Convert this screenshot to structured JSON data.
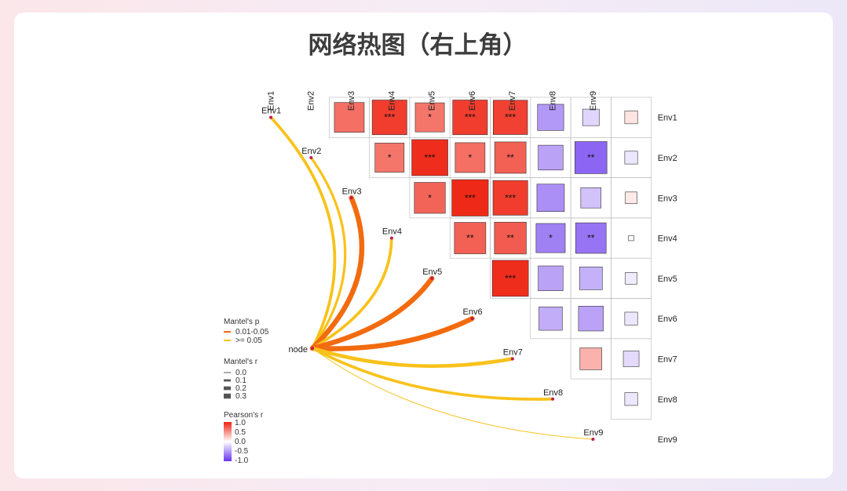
{
  "chart_data": {
    "type": "heatmap",
    "title": "网络热图（右上角）",
    "variables": [
      "Env1",
      "Env2",
      "Env3",
      "Env4",
      "Env5",
      "Env6",
      "Env7",
      "Env8",
      "Env9"
    ],
    "correlations": [
      {
        "row": "Env1",
        "col": "Env2",
        "r": 0.65,
        "sig": ""
      },
      {
        "row": "Env1",
        "col": "Env3",
        "r": 0.88,
        "sig": "***"
      },
      {
        "row": "Env1",
        "col": "Env4",
        "r": 0.62,
        "sig": "*"
      },
      {
        "row": "Env1",
        "col": "Env5",
        "r": 0.88,
        "sig": "***"
      },
      {
        "row": "Env1",
        "col": "Env6",
        "r": 0.86,
        "sig": "***"
      },
      {
        "row": "Env1",
        "col": "Env7",
        "r": -0.5,
        "sig": ""
      },
      {
        "row": "Env1",
        "col": "Env8",
        "r": -0.2,
        "sig": ""
      },
      {
        "row": "Env1",
        "col": "Env9",
        "r": 0.12,
        "sig": ""
      },
      {
        "row": "Env2",
        "col": "Env3",
        "r": 0.62,
        "sig": "*"
      },
      {
        "row": "Env2",
        "col": "Env4",
        "r": 0.95,
        "sig": "***"
      },
      {
        "row": "Env2",
        "col": "Env5",
        "r": 0.65,
        "sig": "*"
      },
      {
        "row": "Env2",
        "col": "Env6",
        "r": 0.72,
        "sig": "**"
      },
      {
        "row": "Env2",
        "col": "Env7",
        "r": -0.45,
        "sig": ""
      },
      {
        "row": "Env2",
        "col": "Env8",
        "r": -0.75,
        "sig": "**"
      },
      {
        "row": "Env2",
        "col": "Env9",
        "r": -0.12,
        "sig": ""
      },
      {
        "row": "Env3",
        "col": "Env4",
        "r": 0.7,
        "sig": "*"
      },
      {
        "row": "Env3",
        "col": "Env5",
        "r": 0.97,
        "sig": "***"
      },
      {
        "row": "Env3",
        "col": "Env6",
        "r": 0.88,
        "sig": "***"
      },
      {
        "row": "Env3",
        "col": "Env7",
        "r": -0.55,
        "sig": ""
      },
      {
        "row": "Env3",
        "col": "Env8",
        "r": -0.3,
        "sig": ""
      },
      {
        "row": "Env3",
        "col": "Env9",
        "r": 0.1,
        "sig": ""
      },
      {
        "row": "Env4",
        "col": "Env5",
        "r": 0.72,
        "sig": "**"
      },
      {
        "row": "Env4",
        "col": "Env6",
        "r": 0.74,
        "sig": "**"
      },
      {
        "row": "Env4",
        "col": "Env7",
        "r": -0.62,
        "sig": "*"
      },
      {
        "row": "Env4",
        "col": "Env8",
        "r": -0.68,
        "sig": "**"
      },
      {
        "row": "Env4",
        "col": "Env9",
        "r": 0.02,
        "sig": ""
      },
      {
        "row": "Env5",
        "col": "Env6",
        "r": 0.95,
        "sig": "***"
      },
      {
        "row": "Env5",
        "col": "Env7",
        "r": -0.45,
        "sig": ""
      },
      {
        "row": "Env5",
        "col": "Env8",
        "r": -0.38,
        "sig": ""
      },
      {
        "row": "Env5",
        "col": "Env9",
        "r": -0.1,
        "sig": ""
      },
      {
        "row": "Env6",
        "col": "Env7",
        "r": -0.4,
        "sig": ""
      },
      {
        "row": "Env6",
        "col": "Env8",
        "r": -0.45,
        "sig": ""
      },
      {
        "row": "Env6",
        "col": "Env9",
        "r": -0.12,
        "sig": ""
      },
      {
        "row": "Env7",
        "col": "Env8",
        "r": 0.35,
        "sig": ""
      },
      {
        "row": "Env7",
        "col": "Env9",
        "r": -0.18,
        "sig": ""
      },
      {
        "row": "Env8",
        "col": "Env9",
        "r": -0.12,
        "sig": ""
      }
    ],
    "mantel_links": [
      {
        "target": "Env1",
        "r": 0.15,
        "p": ">= 0.05"
      },
      {
        "target": "Env2",
        "r": 0.12,
        "p": ">= 0.05"
      },
      {
        "target": "Env3",
        "r": 0.3,
        "p": "0.01-0.05"
      },
      {
        "target": "Env4",
        "r": 0.15,
        "p": ">= 0.05"
      },
      {
        "target": "Env5",
        "r": 0.3,
        "p": "0.01-0.05"
      },
      {
        "target": "Env6",
        "r": 0.3,
        "p": "0.01-0.05"
      },
      {
        "target": "Env7",
        "r": 0.2,
        "p": ">= 0.05"
      },
      {
        "target": "Env8",
        "r": 0.15,
        "p": ">= 0.05"
      },
      {
        "target": "Env9",
        "r": 0.0,
        "p": ">= 0.05"
      }
    ],
    "node_label": "node",
    "legend": {
      "mantel_p_title": "Mantel's p",
      "mantel_p_levels": [
        {
          "label": "0.01-0.05",
          "color": "#f26b0f"
        },
        {
          "label": ">= 0.05",
          "color": "#f8c21b"
        }
      ],
      "mantel_r_title": "Mantel's r",
      "mantel_r_levels": [
        "0.0",
        "0.1",
        "0.2",
        "0.3"
      ],
      "pearson_title": "Pearson's r",
      "pearson_ticks": [
        "1.0",
        "0.5",
        "0.0",
        "-0.5",
        "-1.0"
      ]
    },
    "colors": {
      "positive": "#ee2211",
      "negative": "#6633ee",
      "neutral": "#ffffff"
    },
    "color_range": [
      -1,
      1
    ],
    "placement": "upper-right"
  }
}
